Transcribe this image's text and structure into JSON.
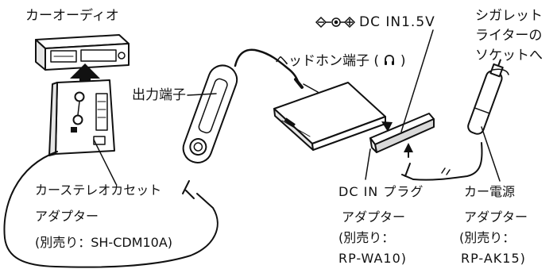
{
  "labels": {
    "car_audio": "カーオーディオ",
    "dc_in": "DC IN1.5V",
    "cigarette_l1": "シガレット",
    "cigarette_l2": "ライターの",
    "cigarette_l3": "ソケットへ",
    "headphone_jack": "ヘッドホン端子 (",
    "headphone_close": ")",
    "output_jack": "出力端子",
    "cassette_adapter_l1": "カーステレオカセット",
    "cassette_adapter_l2": "アダプター",
    "cassette_adapter_l3": "(別売り：SH-CDM10A)",
    "dcin_plug_l1": "DC IN プラグ",
    "dcin_plug_l2": "アダプター",
    "dcin_plug_l3": "(別売り：",
    "dcin_plug_l4": "RP-WA10)",
    "car_power_l1": "カー電源",
    "car_power_l2": "アダプター",
    "car_power_l3": "(別売り：",
    "car_power_l4": "RP-AK15)"
  },
  "icons": {
    "dc_polarity": "dc-polarity-symbol-icon",
    "headphone": "headphone-icon"
  },
  "colors": {
    "line": "#111111",
    "fill": "#ffffff",
    "shade": "#d9d9d9"
  }
}
